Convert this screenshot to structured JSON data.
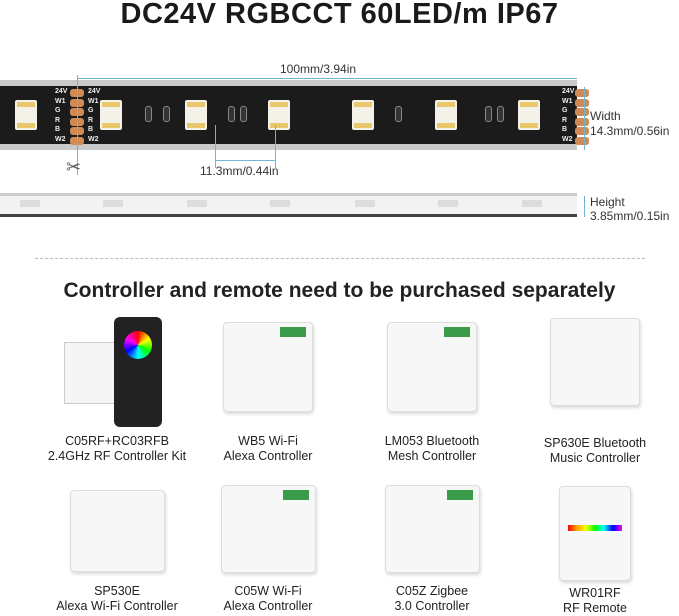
{
  "title": "DC24V RGBCCT 60LED/m IP67",
  "strip": {
    "pad_labels": [
      "24V",
      "W1",
      "G",
      "R",
      "B",
      "W2"
    ],
    "length": "100mm/3.94in",
    "pitch": "11.3mm/0.44in",
    "width_label": "Width",
    "width_value": "14.3mm/0.56in",
    "height_label": "Height",
    "height_value": "3.85mm/0.15in"
  },
  "heading": "Controller and remote need to be purchased separately",
  "products": [
    {
      "line1": "C05RF+RC03RFB",
      "line2": "2.4GHz RF Controller Kit"
    },
    {
      "line1": "WB5 Wi-Fi",
      "line2": "Alexa Controller"
    },
    {
      "line1": "LM053 Bluetooth",
      "line2": "Mesh Controller"
    },
    {
      "line1": "SP630E Bluetooth",
      "line2": "Music Controller"
    },
    {
      "line1": "SP530E",
      "line2": "Alexa Wi-Fi Controller"
    },
    {
      "line1": "C05W Wi-Fi",
      "line2": "Alexa Controller"
    },
    {
      "line1": "C05Z Zigbee",
      "line2": "3.0 Controller"
    },
    {
      "line1": "WR01RF",
      "line2": "RF Remote"
    }
  ]
}
